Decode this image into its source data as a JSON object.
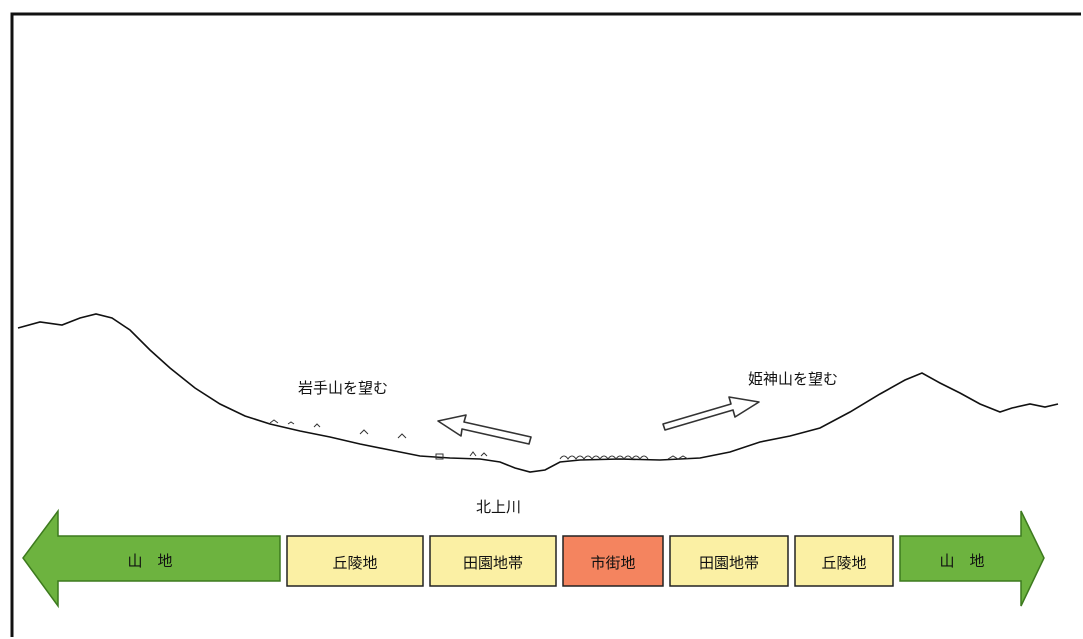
{
  "labels": {
    "iwate_view": "岩手山を望む",
    "himekami_view": "姫神山を望む",
    "river": "北上川"
  },
  "zones": {
    "left_mountain": "山　地",
    "left_hill": "丘陵地",
    "left_rural": "田園地帯",
    "city": "市街地",
    "right_rural": "田園地帯",
    "right_hill": "丘陵地",
    "right_mountain": "山　地"
  },
  "colors": {
    "mountain": "#6db33f",
    "hill_rural": "#fbf0a4",
    "city": "#f4845f",
    "outline": "#222222"
  }
}
